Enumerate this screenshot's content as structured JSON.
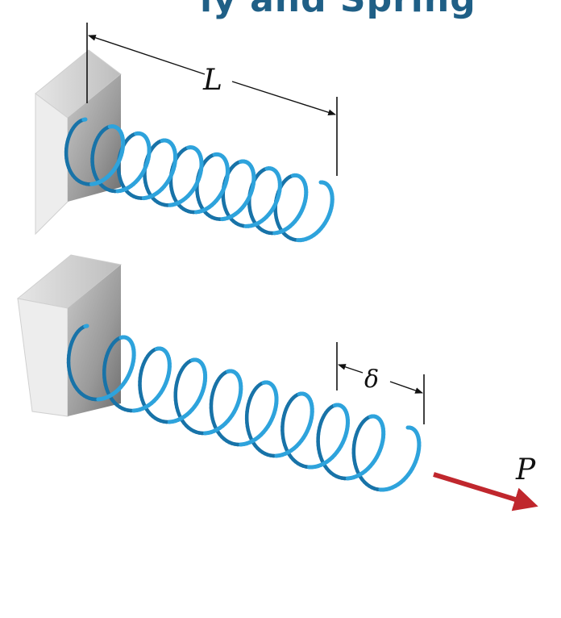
{
  "header": {
    "title": "ly and Spring"
  },
  "labels": {
    "length": "L",
    "elongation": "δ",
    "force": "P"
  },
  "colors": {
    "spring": "#2ea3dc",
    "spring_dark": "#1873a8",
    "force_arrow": "#c0272d",
    "title": "#1f5f86",
    "wall": "#b4b4b4"
  }
}
